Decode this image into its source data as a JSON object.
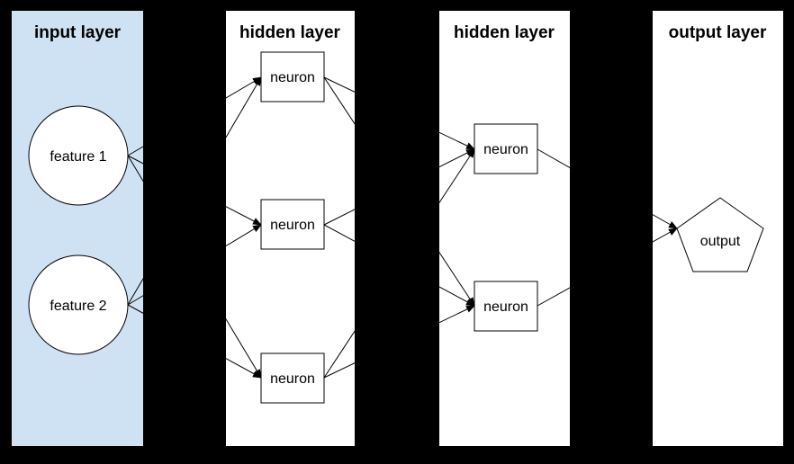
{
  "diagram": {
    "type": "neural-network-diagram",
    "colors": {
      "background": "#000000",
      "input_panel": "#cfe2f3",
      "hidden_panel": "#ffffff",
      "output_panel": "#ffffff",
      "node_fill": "#ffffff",
      "stroke": "#000000"
    },
    "layers": [
      {
        "title": "input layer",
        "nodes": [
          {
            "id": "f1",
            "label": "feature 1",
            "shape": "circle"
          },
          {
            "id": "f2",
            "label": "feature 2",
            "shape": "circle"
          }
        ]
      },
      {
        "title": "hidden layer",
        "nodes": [
          {
            "id": "h1n1",
            "label": "neuron",
            "shape": "rect"
          },
          {
            "id": "h1n2",
            "label": "neuron",
            "shape": "rect"
          },
          {
            "id": "h1n3",
            "label": "neuron",
            "shape": "rect"
          }
        ]
      },
      {
        "title": "hidden layer",
        "nodes": [
          {
            "id": "h2n1",
            "label": "neuron",
            "shape": "rect"
          },
          {
            "id": "h2n2",
            "label": "neuron",
            "shape": "rect"
          }
        ]
      },
      {
        "title": "output layer",
        "nodes": [
          {
            "id": "out",
            "label": "output",
            "shape": "pentagon"
          }
        ]
      }
    ],
    "edges": [
      {
        "from": "f1",
        "to": "h1n1"
      },
      {
        "from": "f1",
        "to": "h1n2"
      },
      {
        "from": "f1",
        "to": "h1n3"
      },
      {
        "from": "f2",
        "to": "h1n1"
      },
      {
        "from": "f2",
        "to": "h1n2"
      },
      {
        "from": "f2",
        "to": "h1n3"
      },
      {
        "from": "h1n1",
        "to": "h2n1"
      },
      {
        "from": "h1n1",
        "to": "h2n2"
      },
      {
        "from": "h1n2",
        "to": "h2n1"
      },
      {
        "from": "h1n2",
        "to": "h2n2"
      },
      {
        "from": "h1n3",
        "to": "h2n1"
      },
      {
        "from": "h1n3",
        "to": "h2n2"
      },
      {
        "from": "h2n1",
        "to": "out"
      },
      {
        "from": "h2n2",
        "to": "out"
      }
    ]
  }
}
